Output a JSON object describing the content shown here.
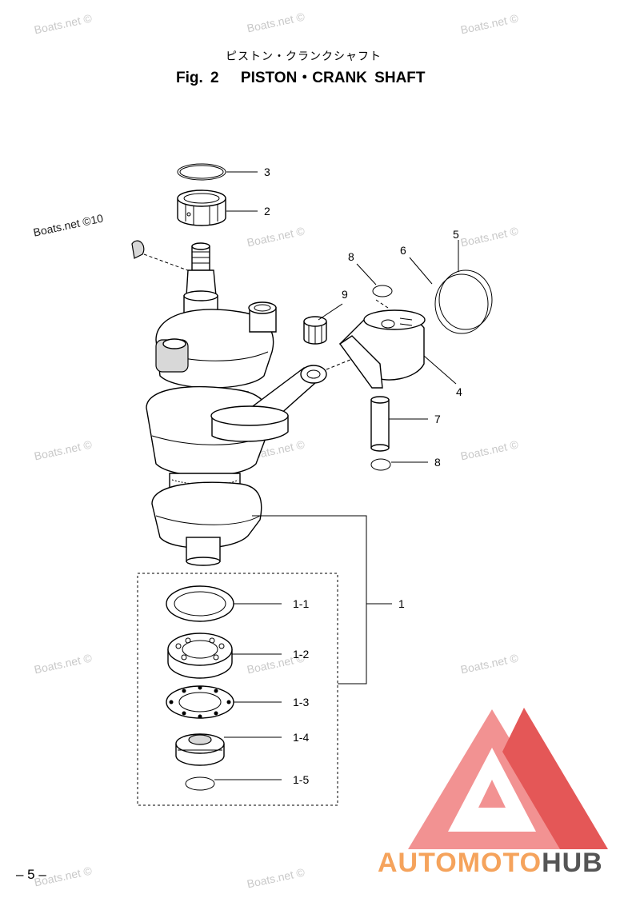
{
  "header": {
    "japanese_title": "ピストン・クランクシャフト",
    "fig_number": "Fig. 2",
    "fig_title": "PISTON・CRANK SHAFT"
  },
  "watermarks": {
    "text": "Boats.net ©",
    "with_number": "Boats.net ©10"
  },
  "callouts": {
    "c1": "1",
    "c1_1": "1-1",
    "c1_2": "1-2",
    "c1_3": "1-3",
    "c1_4": "1-4",
    "c1_5": "1-5",
    "c2": "2",
    "c3": "3",
    "c4": "4",
    "c5": "5",
    "c6": "6",
    "c7": "7",
    "c8a": "8",
    "c8b": "8",
    "c9": "9"
  },
  "footer": {
    "page_number": "– 5 –",
    "brand_part1": "AUTOMOTO",
    "brand_part2": "HUB"
  },
  "colors": {
    "brand_orange": "#f5a35c",
    "brand_gray": "#555555",
    "logo_red": "#e03a3a",
    "watermark": "#c9c9c9"
  }
}
